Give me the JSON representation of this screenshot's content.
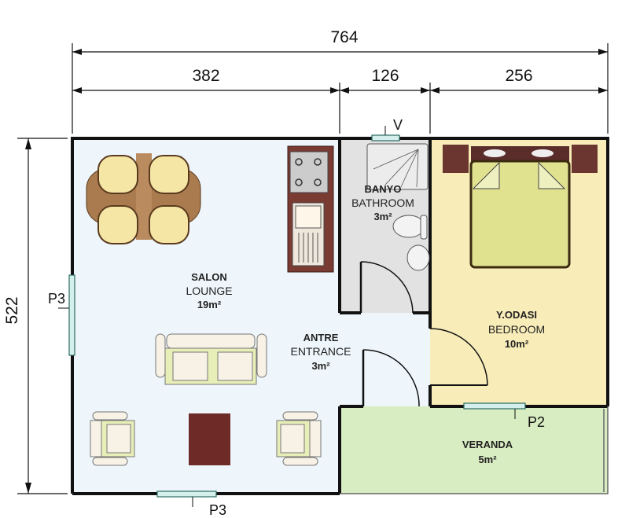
{
  "dimensions": {
    "total_width": "764",
    "lounge_width": "382",
    "bath_width": "126",
    "bedroom_width": "256",
    "height": "522"
  },
  "rooms": {
    "lounge": {
      "tr": "SALON",
      "en": "LOUNGE",
      "area": "19m²"
    },
    "bathroom": {
      "tr": "BANYO",
      "en": "BATHROOM",
      "area": "3m²"
    },
    "entrance": {
      "tr": "ANTRE",
      "en": "ENTRANCE",
      "area": "3m²"
    },
    "bedroom": {
      "tr": "Y.ODASI",
      "en": "BEDROOM",
      "area": "10m²"
    },
    "veranda": {
      "tr": "VERANDA",
      "area": "5m²"
    }
  },
  "windows": {
    "bath": "V",
    "lounge_left": "P3",
    "lounge_bottom": "P3",
    "bedroom": "P2"
  },
  "colors": {
    "lounge": "#eef6fb",
    "bathroom": "#e2e2e2",
    "bedroom": "#f8ecb8",
    "veranda": "#d9edc2",
    "wall": "#111111"
  }
}
